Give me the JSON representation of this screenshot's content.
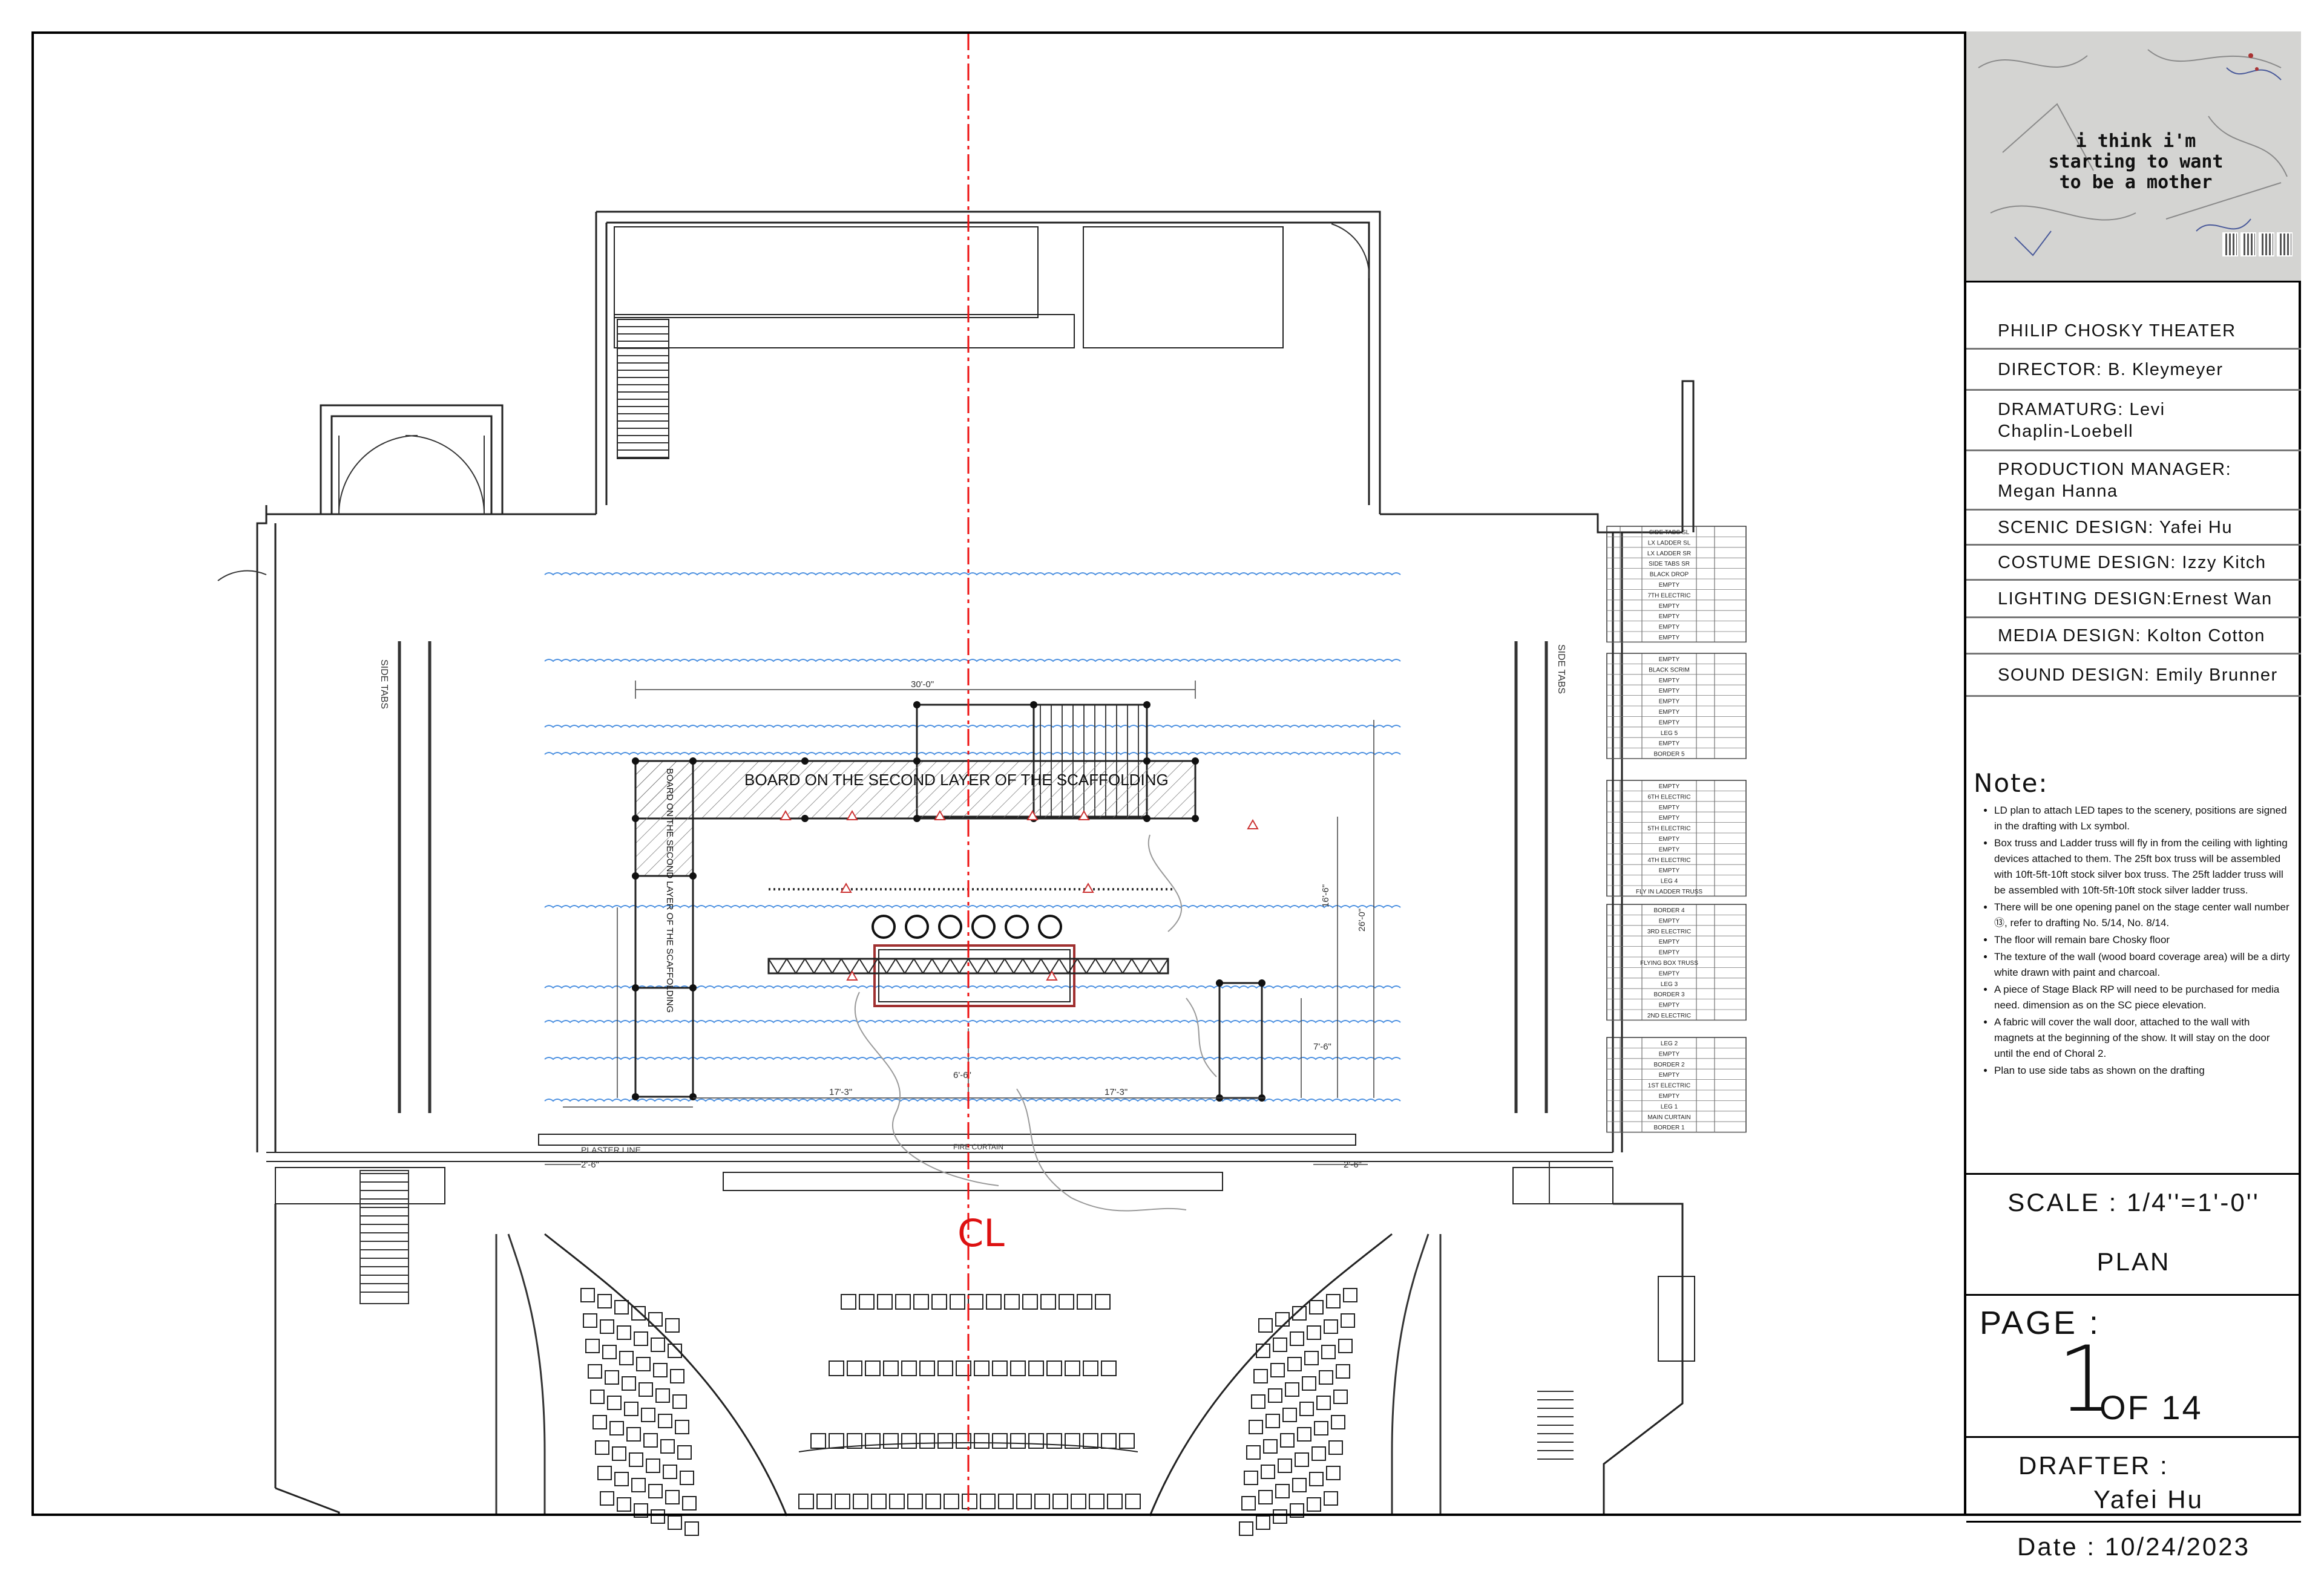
{
  "poster": {
    "title": "i think i'm\nstarting to want\nto be a mother"
  },
  "credits": [
    {
      "text": "PHILIP CHOSKY THEATER"
    },
    {
      "text": "DIRECTOR: B. Kleymeyer"
    },
    {
      "text": "DRAMATURG: Levi\nChaplin-Loebell"
    },
    {
      "text": "PRODUCTION MANAGER:\nMegan Hanna"
    },
    {
      "text": "SCENIC DESIGN: Yafei Hu"
    },
    {
      "text": "COSTUME DESIGN: Izzy Kitch"
    },
    {
      "text": "LIGHTING DESIGN:Ernest Wan"
    },
    {
      "text": "MEDIA DESIGN: Kolton Cotton"
    },
    {
      "text": "SOUND DESIGN: Emily Brunner"
    }
  ],
  "note": {
    "title": "Note:",
    "items": [
      "LD plan to attach LED tapes to the scenery, positions are signed in the drafting with Lx symbol.",
      "Box truss and Ladder truss will fly in from the ceiling with lighting devices attached to them. The 25ft box truss will be assembled with 10ft-5ft-10ft stock silver box truss. The 25ft ladder truss will be assembled with 10ft-5ft-10ft stock silver ladder truss.",
      "There will be one opening panel on the stage center wall number ⑬, refer to drafting No. 5/14, No. 8/14.",
      "The floor will remain bare Chosky floor",
      "The texture of the wall (wood board coverage area) will be a dirty white drawn with paint and charcoal.",
      "A piece of Stage Black RP will need to be purchased for media need. dimension as on the SC piece elevation.",
      "A fabric will cover the wall door, attached to the wall with magnets at the beginning of the show. It will stay on the door until the end of Choral 2.",
      "Plan to use side tabs as shown on the drafting"
    ]
  },
  "scale": {
    "text": "SCALE : 1/4''=1'-0''",
    "view": "PLAN"
  },
  "page": {
    "label": "PAGE :",
    "number": "1",
    "of": "OF 14"
  },
  "drafter": {
    "label": "DRAFTER :",
    "name": "Yafei Hu"
  },
  "date": {
    "text": "Date : 10/24/2023"
  },
  "drawing": {
    "board_label": "BOARD ON THE SECOND LAYER OF THE SCAFFOLDING",
    "board_label_vertical": "BOARD ON THE SECOND LAYER OF THE SCAFFOLDING",
    "centerline_symbol": "CL",
    "side_tabs_left": "SIDE TABS",
    "side_tabs_right": "SIDE TABS",
    "plaster_line": "PLASTER LINE",
    "fire_curtain": "FIRE CURTAIN",
    "dims": {
      "top_width": "30'-0\"",
      "left_half": "17'-3\"",
      "right_half": "17'-3\"",
      "depth_total": "26'-0\"",
      "depth_mid": "16'-6\"",
      "depth_small": "7'-6\"",
      "center_offset": "6'-6\"",
      "left_wing": "2'-6\"",
      "right_wing": "2'-6\""
    },
    "lineset_groups": [
      {
        "rows": [
          "SIDE TABS SL",
          "LX LADDER SL",
          "LX LADDER SR",
          "SIDE TABS SR",
          "BLACK DROP",
          "EMPTY",
          "7TH ELECTRIC",
          "EMPTY",
          "EMPTY",
          "EMPTY",
          "EMPTY"
        ]
      },
      {
        "rows": [
          "EMPTY",
          "BLACK SCRIM",
          "EMPTY",
          "EMPTY",
          "EMPTY",
          "EMPTY",
          "EMPTY",
          "LEG 5",
          "EMPTY",
          "BORDER 5"
        ]
      },
      {
        "rows": [
          "EMPTY",
          "6TH ELECTRIC",
          "EMPTY",
          "EMPTY",
          "5TH ELECTRIC",
          "EMPTY",
          "EMPTY",
          "4TH ELECTRIC",
          "EMPTY",
          "LEG 4",
          "FLY IN LADDER TRUSS"
        ]
      },
      {
        "rows": [
          "BORDER 4",
          "EMPTY",
          "3RD ELECTRIC",
          "EMPTY",
          "EMPTY",
          "FLYING BOX TRUSS",
          "EMPTY",
          "LEG 3",
          "BORDER 3",
          "EMPTY",
          "2ND ELECTRIC"
        ]
      },
      {
        "rows": [
          "LEG 2",
          "EMPTY",
          "BORDER 2",
          "EMPTY",
          "1ST ELECTRIC",
          "EMPTY",
          "LEG 1",
          "MAIN CURTAIN",
          "BORDER 1"
        ]
      }
    ]
  }
}
